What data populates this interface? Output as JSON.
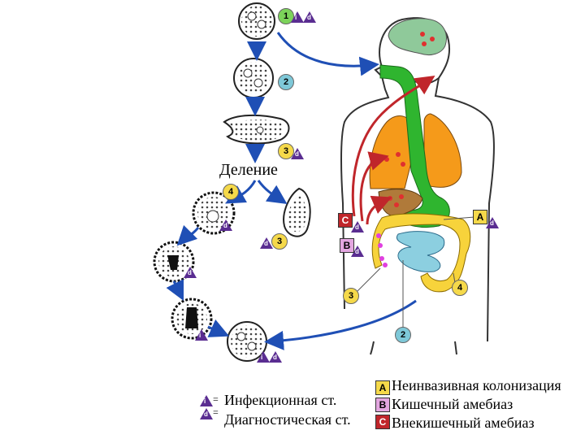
{
  "labels": {
    "division": "Деление"
  },
  "steps": [
    "1",
    "2",
    "3",
    "4",
    "3",
    "4",
    "3",
    "2"
  ],
  "legend": {
    "infective": "Инфекционная ст.",
    "diagnostic": "Диагностическая ст.",
    "eq": "=",
    "a_letter": "A",
    "b_letter": "B",
    "c_letter": "C",
    "a_text": "Неинвазивная колонизация",
    "b_text": "Кишечный амебиаз",
    "c_text": "Внекишечный амебиаз",
    "i_mark": "i",
    "d_mark": "d"
  },
  "colors": {
    "step_yellow": "#f5d94a",
    "step_blue": "#7ec8d8",
    "step_green": "#7cd35a",
    "arrow_blue": "#1f4fb5",
    "arrow_red": "#c0262b",
    "lung": "#f59a1a",
    "brain": "#8fc99a",
    "gut": "#2fb52f",
    "intestine_yellow": "#f7d33b",
    "intestine_blue": "#8ccfe0",
    "liver": "#b07a3a",
    "stage_tri": "#5a2d91",
    "box_a": "#f5d94a",
    "box_b": "#e3a6e0",
    "box_c": "#c0262b"
  }
}
